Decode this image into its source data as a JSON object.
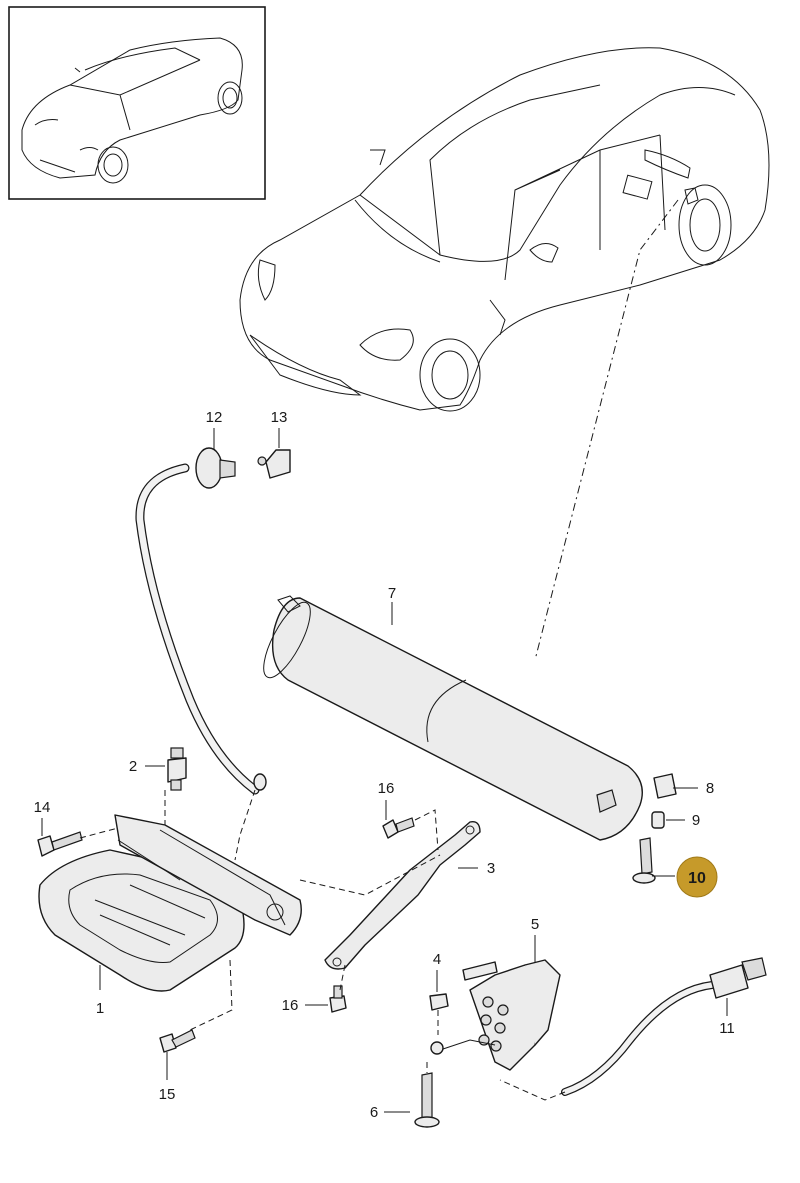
{
  "diagram": {
    "labels": {
      "p1": "1",
      "p2": "2",
      "p3": "3",
      "p4": "4",
      "p5": "5",
      "p6": "6",
      "p7": "7",
      "p8": "8",
      "p9": "9",
      "p10": "10",
      "p11": "11",
      "p12": "12",
      "p13": "13",
      "p14": "14",
      "p15": "15",
      "p16a": "16",
      "p16b": "16"
    },
    "highlighted_part": "10",
    "highlight_color": "#c69a2a"
  }
}
